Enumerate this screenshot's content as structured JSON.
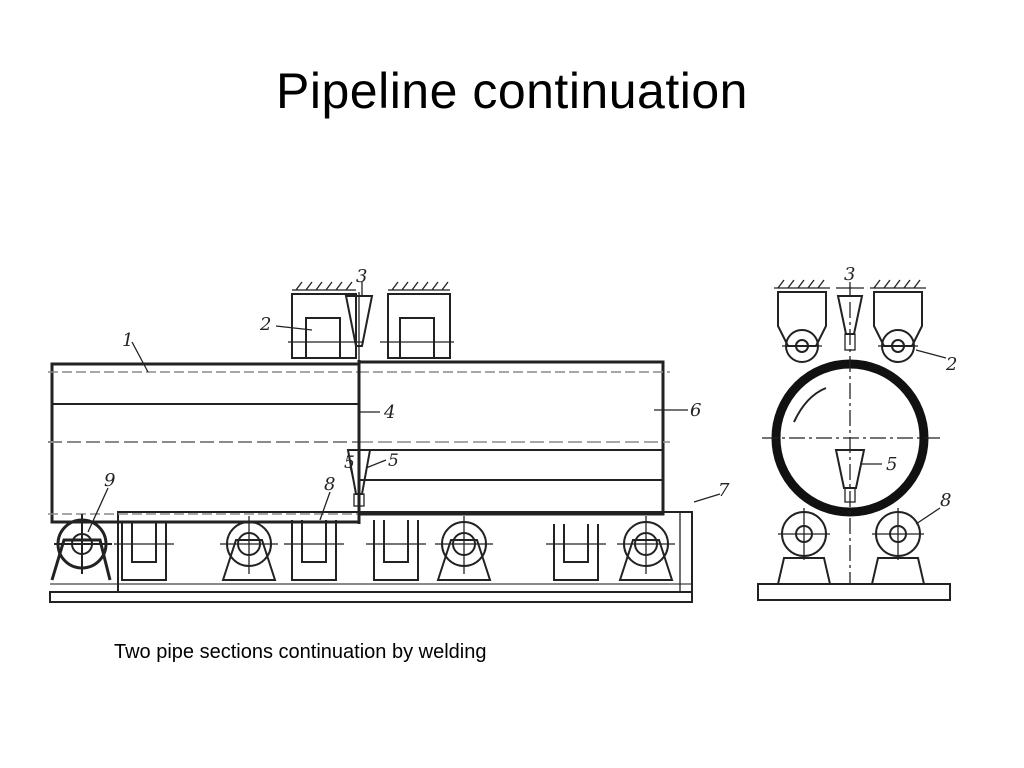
{
  "slide": {
    "title": "Pipeline continuation",
    "caption": "Two pipe sections continuation by welding"
  },
  "diagram": {
    "side_view_labels": [
      "1",
      "2",
      "3",
      "4",
      "5",
      "5",
      "6",
      "7",
      "8",
      "9"
    ],
    "end_view_labels": [
      "3",
      "2",
      "5",
      "8"
    ]
  }
}
